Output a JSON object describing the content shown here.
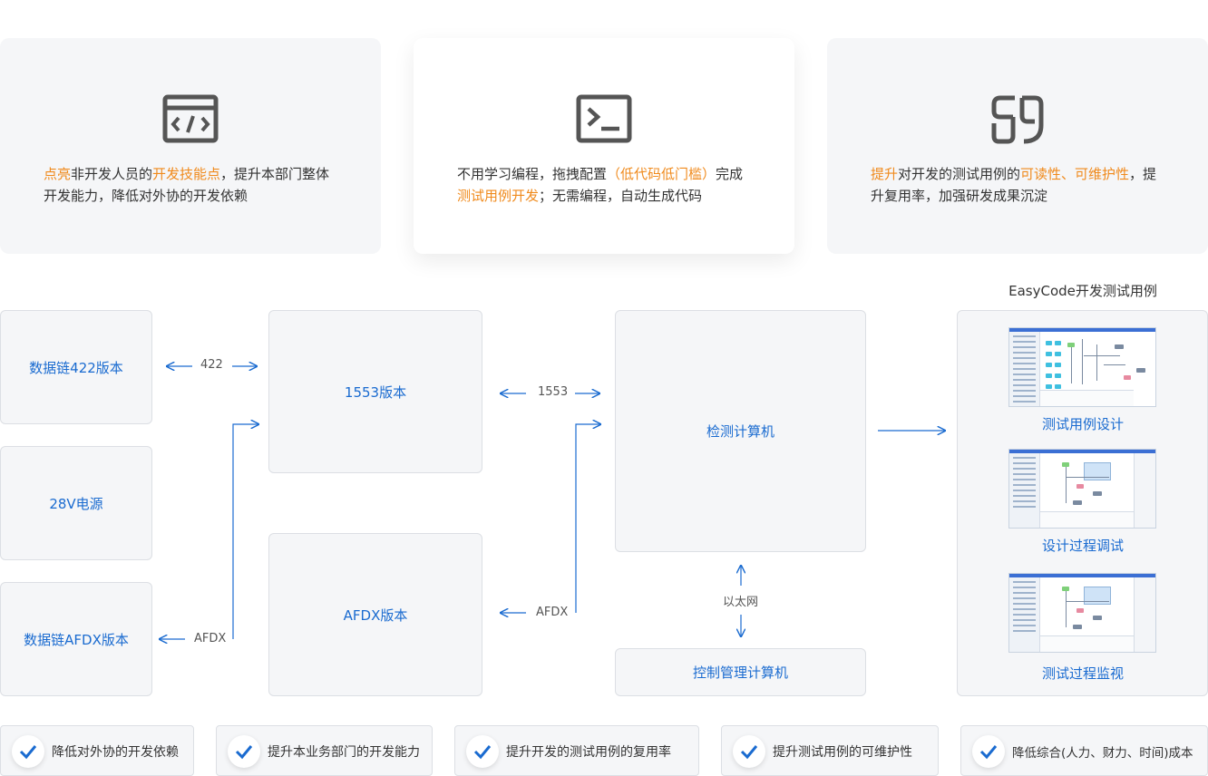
{
  "cards": [
    {
      "icon": "code-window-icon",
      "segments": [
        {
          "t": "点亮",
          "h": true
        },
        {
          "t": "非开发人员的",
          "h": false
        },
        {
          "t": "开发技能点",
          "h": true
        },
        {
          "t": "，提升本部门整体开发能力，降低对外协的开发依赖",
          "h": false
        }
      ]
    },
    {
      "icon": "terminal-icon",
      "segments": [
        {
          "t": "不用学习编程，拖拽配置",
          "h": false
        },
        {
          "t": "（低代码低门槛）",
          "h": true
        },
        {
          "t": "完成",
          "h": false
        },
        {
          "t": "测试用例开发",
          "h": true
        },
        {
          "t": "；无需编程，自动生成代码",
          "h": false
        }
      ]
    },
    {
      "icon": "quote-icon",
      "segments": [
        {
          "t": "提升",
          "h": true
        },
        {
          "t": "对开发的测试用例的",
          "h": false
        },
        {
          "t": "可读性、可维护性",
          "h": true
        },
        {
          "t": "，提升复用率，加强研发成果沉淀",
          "h": false
        }
      ]
    }
  ],
  "diagram": {
    "boxes": {
      "datalink422": "数据链422版本",
      "power28v": "28V电源",
      "datalinkafdx": "数据链AFDX版本",
      "v1553": "1553版本",
      "vafdx": "AFDX版本",
      "detect_pc": "检测计算机",
      "control_pc": "控制管理计算机"
    },
    "links": {
      "l422": "422",
      "l1553": "1553",
      "afdx_left": "AFDX",
      "afdx_mid": "AFDX",
      "ethernet": "以太网"
    },
    "easycode": {
      "title": "EasyCode开发测试用例",
      "items": [
        "测试用例设计",
        "设计过程调试",
        "测试过程监视"
      ]
    }
  },
  "benefits": [
    "降低对外协的开发依赖",
    "提升本业务部门的开发能力",
    "提升开发的测试用例的复用率",
    "提升测试用例的可维护性",
    "降低综合(人力、财力、时间)成本"
  ],
  "colors": {
    "accent": "#1a6bd0",
    "highlight": "#f08a1c",
    "icon": "#555555"
  }
}
